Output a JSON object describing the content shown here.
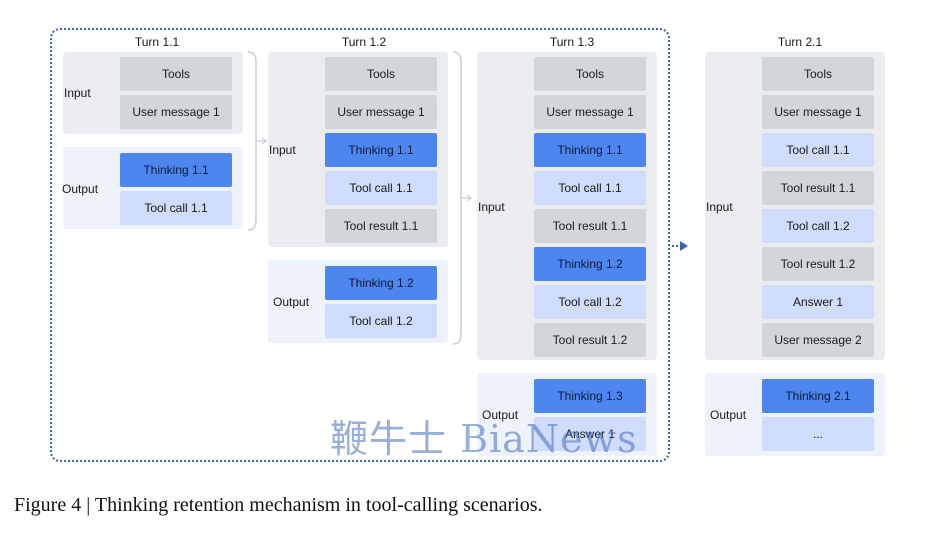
{
  "turns": [
    {
      "title": "Turn 1.1",
      "input_label": "Input",
      "input_blocks": [
        {
          "label": "Tools",
          "style": "gray"
        },
        {
          "label": "User message 1",
          "style": "gray"
        }
      ],
      "output_label": "Output",
      "output_blocks": [
        {
          "label": "Thinking 1.1",
          "style": "blue"
        },
        {
          "label": "Tool call 1.1",
          "style": "light"
        }
      ]
    },
    {
      "title": "Turn 1.2",
      "input_label": "Input",
      "input_blocks": [
        {
          "label": "Tools",
          "style": "gray"
        },
        {
          "label": "User message 1",
          "style": "gray"
        },
        {
          "label": "Thinking 1.1",
          "style": "blue"
        },
        {
          "label": "Tool call 1.1",
          "style": "light"
        },
        {
          "label": "Tool result 1.1",
          "style": "gray"
        }
      ],
      "output_label": "Output",
      "output_blocks": [
        {
          "label": "Thinking 1.2",
          "style": "blue"
        },
        {
          "label": "Tool call 1.2",
          "style": "light"
        }
      ]
    },
    {
      "title": "Turn 1.3",
      "input_label": "Input",
      "input_blocks": [
        {
          "label": "Tools",
          "style": "gray"
        },
        {
          "label": "User message 1",
          "style": "gray"
        },
        {
          "label": "Thinking 1.1",
          "style": "blue"
        },
        {
          "label": "Tool call 1.1",
          "style": "light"
        },
        {
          "label": "Tool result 1.1",
          "style": "gray"
        },
        {
          "label": "Thinking 1.2",
          "style": "blue"
        },
        {
          "label": "Tool call 1.2",
          "style": "light"
        },
        {
          "label": "Tool result 1.2",
          "style": "gray"
        }
      ],
      "output_label": "Output",
      "output_blocks": [
        {
          "label": "Thinking 1.3",
          "style": "blue"
        },
        {
          "label": "Answer 1",
          "style": "light"
        }
      ]
    },
    {
      "title": "Turn 2.1",
      "input_label": "Input",
      "input_blocks": [
        {
          "label": "Tools",
          "style": "gray"
        },
        {
          "label": "User message 1",
          "style": "gray"
        },
        {
          "label": "Tool call 1.1",
          "style": "light"
        },
        {
          "label": "Tool result 1.1",
          "style": "gray"
        },
        {
          "label": "Tool call 1.2",
          "style": "light"
        },
        {
          "label": "Tool result 1.2",
          "style": "gray"
        },
        {
          "label": "Answer 1",
          "style": "light"
        },
        {
          "label": "User message 2",
          "style": "gray"
        }
      ],
      "output_label": "Output",
      "output_blocks": [
        {
          "label": "Thinking 2.1",
          "style": "blue"
        },
        {
          "label": "...",
          "style": "light"
        }
      ]
    }
  ],
  "caption": "Figure 4 | Thinking retention mechanism in tool-calling scenarios.",
  "watermark": "鞭牛士 BiaNews",
  "colors": {
    "frame": "#3d63b5",
    "thinking": "#4d86ee",
    "tool_call": "#cfdcfb",
    "tool_result": "#d2d5da",
    "panel": "#eaecf0"
  }
}
